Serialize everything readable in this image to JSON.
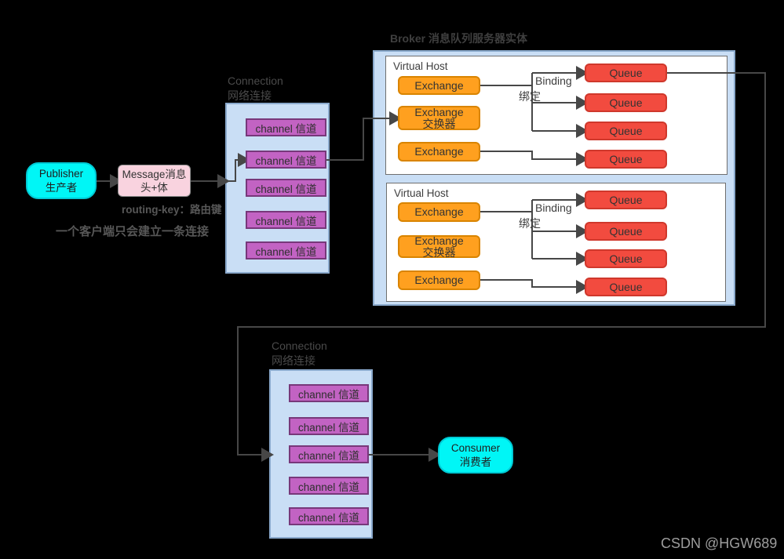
{
  "colors": {
    "background": "#000000",
    "container_blue": "#c9def5",
    "container_blue_border": "#8aa9cc",
    "channel_purple": "#c263c3",
    "exchange_orange": "#ffa01f",
    "queue_red": "#f24b3f",
    "endpoint_cyan": "#00f6f6",
    "message_pink": "#f9d3df",
    "line_gray": "#474747"
  },
  "publisher": {
    "line1": "Publisher",
    "line2": "生产者"
  },
  "message": {
    "line1": "Message消息",
    "line2": "头+体"
  },
  "routing_note": "routing-key：路由键",
  "client_note": "一个客户端只会建立一条连接",
  "connection_top": {
    "label_line1": "Connection",
    "label_line2": "网络连接",
    "channels": [
      "channel 信道",
      "channel 信道",
      "channel 信道",
      "channel 信道",
      "channel 信道"
    ]
  },
  "broker": {
    "title": "Broker 消息队列服务器实体",
    "virtual_hosts": [
      {
        "label": "Virtual Host",
        "exchanges": [
          {
            "line1": "Exchange",
            "line2": ""
          },
          {
            "line1": "Exchange",
            "line2": "交换器"
          },
          {
            "line1": "Exchange",
            "line2": ""
          }
        ],
        "binding": {
          "line1": "Binding",
          "line2": "绑定"
        },
        "queues": [
          "Queue",
          "Queue",
          "Queue",
          "Queue"
        ]
      },
      {
        "label": "Virtual Host",
        "exchanges": [
          {
            "line1": "Exchange",
            "line2": ""
          },
          {
            "line1": "Exchange",
            "line2": "交换器"
          },
          {
            "line1": "Exchange",
            "line2": ""
          }
        ],
        "binding": {
          "line1": "Binding",
          "line2": "绑定"
        },
        "queues": [
          "Queue",
          "Queue",
          "Queue",
          "Queue"
        ]
      }
    ]
  },
  "connection_bottom": {
    "label_line1": "Connection",
    "label_line2": "网络连接",
    "channels": [
      "channel 信道",
      "channel 信道",
      "channel 信道",
      "channel 信道",
      "channel 信道"
    ]
  },
  "consumer": {
    "line1": "Consumer",
    "line2": "消费者"
  },
  "watermark": "CSDN @HGW689"
}
